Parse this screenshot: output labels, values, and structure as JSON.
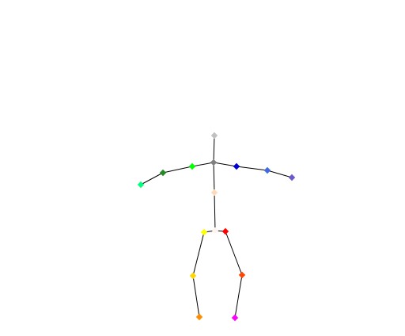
{
  "scene": {
    "background_color": "#ffffff",
    "bone_color": "#000000",
    "joints": [
      {
        "id": "head",
        "color": "#c0c0c0"
      },
      {
        "id": "neck",
        "color": "#808080"
      },
      {
        "id": "right-shoulder",
        "color": "#00ff00"
      },
      {
        "id": "right-elbow",
        "color": "#228b22"
      },
      {
        "id": "right-wrist",
        "color": "#00ff7f"
      },
      {
        "id": "left-shoulder",
        "color": "#0000cd"
      },
      {
        "id": "left-elbow",
        "color": "#4169e1"
      },
      {
        "id": "left-wrist",
        "color": "#6a5acd"
      },
      {
        "id": "spine",
        "color": "#ffdab9"
      },
      {
        "id": "pelvis",
        "color": "#fff5ee"
      },
      {
        "id": "right-hip",
        "color": "#ffff00"
      },
      {
        "id": "right-knee",
        "color": "#ffd700"
      },
      {
        "id": "right-ankle",
        "color": "#ff8c00"
      },
      {
        "id": "left-hip",
        "color": "#ff0000"
      },
      {
        "id": "left-knee",
        "color": "#ff4500"
      },
      {
        "id": "left-ankle",
        "color": "#ff00ff"
      }
    ],
    "bones": [
      [
        "head",
        "neck"
      ],
      [
        "neck",
        "right-shoulder"
      ],
      [
        "right-shoulder",
        "right-elbow"
      ],
      [
        "right-elbow",
        "right-wrist"
      ],
      [
        "neck",
        "left-shoulder"
      ],
      [
        "left-shoulder",
        "left-elbow"
      ],
      [
        "left-elbow",
        "left-wrist"
      ],
      [
        "neck",
        "spine"
      ],
      [
        "spine",
        "pelvis"
      ],
      [
        "pelvis",
        "right-hip"
      ],
      [
        "pelvis",
        "left-hip"
      ],
      [
        "right-hip",
        "right-knee"
      ],
      [
        "right-knee",
        "right-ankle"
      ],
      [
        "left-hip",
        "left-knee"
      ],
      [
        "left-knee",
        "left-ankle"
      ]
    ]
  }
}
